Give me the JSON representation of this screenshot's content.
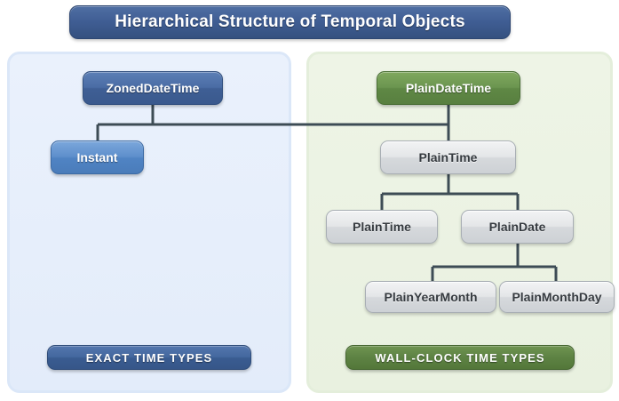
{
  "title": "Hierarchical Structure of Temporal Objects",
  "panels": {
    "exact": {
      "legend_label": "EXACT TIME TYPES",
      "nodes": [
        {
          "label": "ZonedDateTime"
        },
        {
          "label": "Instant"
        }
      ]
    },
    "wallclock": {
      "legend_label": "WALL-CLOCK TIME TYPES",
      "nodes": [
        {
          "label": "PlainDateTime"
        },
        {
          "label": "PlainTime"
        },
        {
          "label": "PlainTime"
        },
        {
          "label": "PlainDate"
        },
        {
          "label": "PlainYearMonth"
        },
        {
          "label": "PlainMonthDay"
        }
      ]
    }
  },
  "colors": {
    "title_bar": "#3f5d93",
    "panel_exact_bg": "#e8f0fc",
    "panel_wall_bg": "#edf3e5",
    "node_blue_dark": "#4a6ca4",
    "node_blue_light": "#5e8fcc",
    "node_green": "#6b9550",
    "node_gray": "#e0e3e6",
    "connector": "#3d4c55"
  }
}
